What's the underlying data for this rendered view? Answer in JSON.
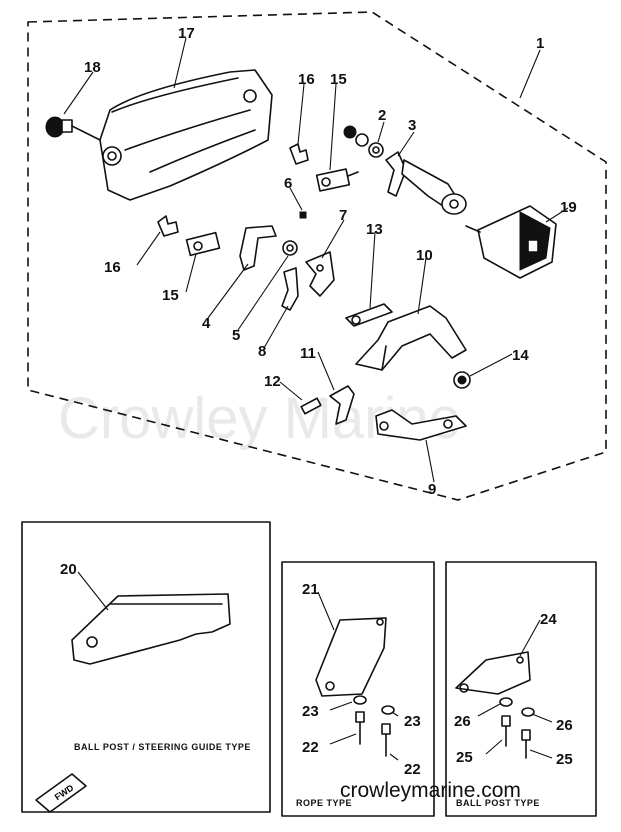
{
  "watermark": "Crowley Marine",
  "site_url": "crowleymarine.com",
  "callouts": {
    "c1": "1",
    "c2": "2",
    "c3": "3",
    "c4": "4",
    "c5": "5",
    "c6": "6",
    "c7": "7",
    "c8": "8",
    "c9": "9",
    "c10": "10",
    "c11": "11",
    "c12": "12",
    "c13": "13",
    "c14": "14",
    "c15a": "15",
    "c15b": "15",
    "c16a": "16",
    "c16b": "16",
    "c17": "17",
    "c18": "18",
    "c19": "19",
    "c20": "20",
    "c21": "21",
    "c22a": "22",
    "c22b": "22",
    "c23a": "23",
    "c23b": "23",
    "c24": "24",
    "c25a": "25",
    "c25b": "25",
    "c26a": "26",
    "c26b": "26"
  },
  "captions": {
    "ball_post_steering": "BALL POST / STEERING GUIDE TYPE",
    "rope": "ROPE TYPE",
    "ball_post": "BALL POST TYPE"
  },
  "fwd_label": "FWD"
}
